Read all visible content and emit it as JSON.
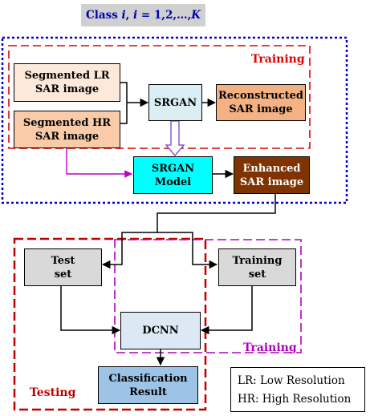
{
  "class_label": {
    "prefix": "Class",
    "var": "i",
    "comma": ",",
    "var2": "i",
    "equals": "= 1,2,…,",
    "last": "K"
  },
  "regions": {
    "training_top": "Training",
    "training_bottom": "Training",
    "testing": "Testing"
  },
  "nodes": {
    "seg_lr": "Segmented LR\nSAR image",
    "seg_hr": "Segmented HR\nSAR image",
    "srgan": "SRGAN",
    "reconstructed": "Reconstructed\nSAR image",
    "srgan_model": "SRGAN\nModel",
    "enhanced": "Enhanced\nSAR image",
    "test_set": "Test\nset",
    "training_set": "Training\nset",
    "dcnn": "DCNN",
    "classification": "Classification\nResult"
  },
  "legend": {
    "lr": "LR: Low Resolution",
    "hr": "HR: High Resolution"
  },
  "colors": {
    "blue_border": "#0000cc",
    "red_border": "#e00000",
    "purple_border": "#b000c0",
    "dark_red_border": "#c00000",
    "seg_lr_fill": "#fde9d9",
    "seg_hr_fill": "#f9cba9",
    "srgan_fill": "#daeef3",
    "reconstructed_fill": "#f4b183",
    "srgan_model_fill": "#00ffff",
    "enhanced_fill": "#7f3300",
    "gray_fill": "#d9d9d9",
    "dcnn_fill": "#dce9f5",
    "classification_fill": "#9dc3e6"
  }
}
